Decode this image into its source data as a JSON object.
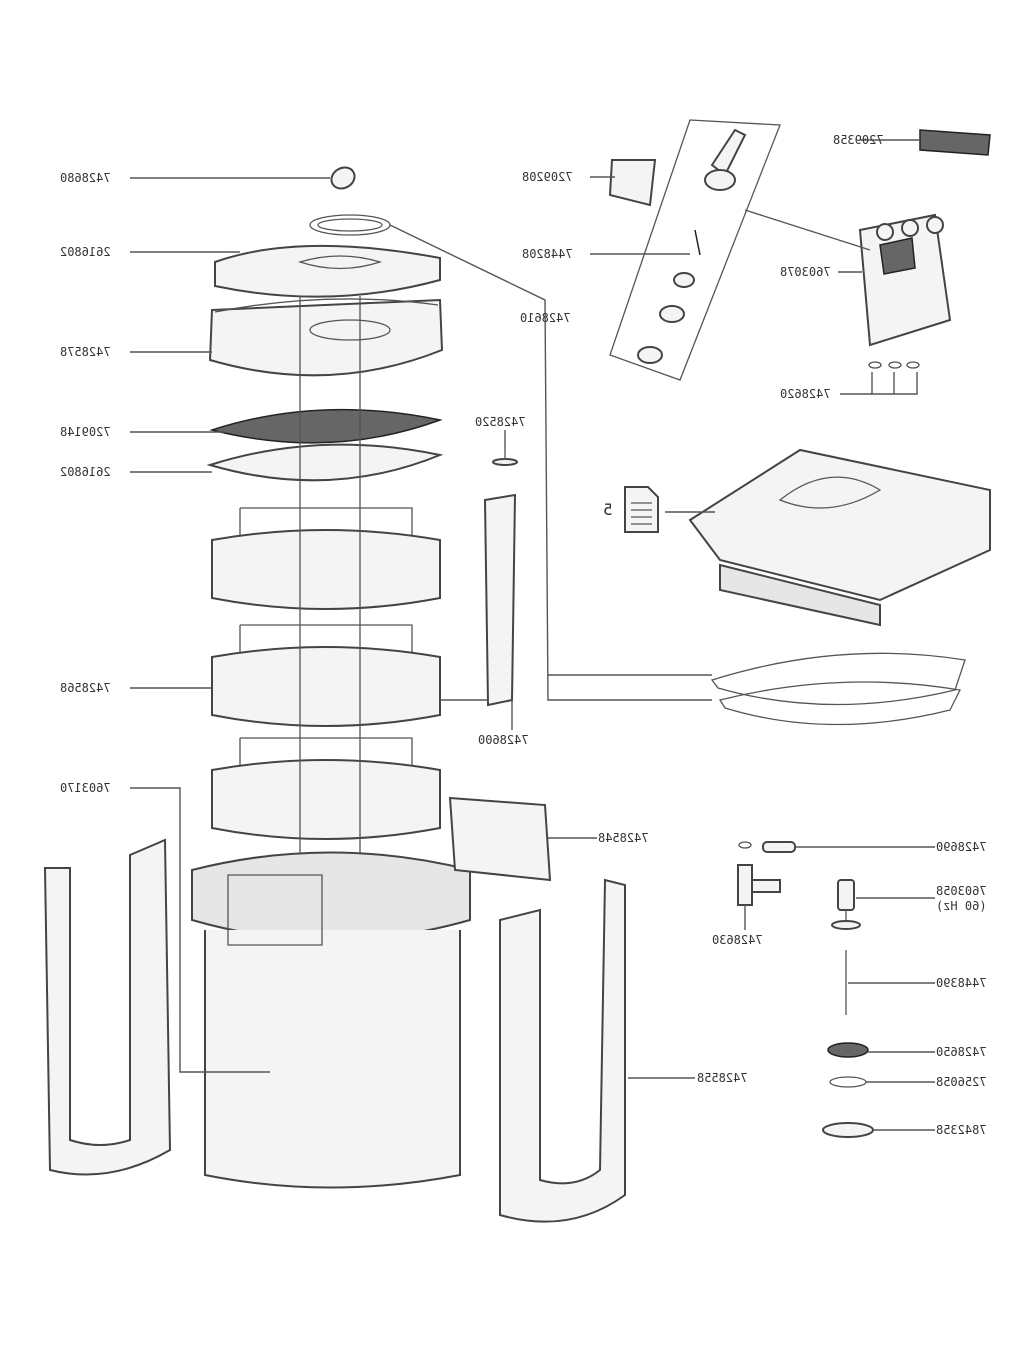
{
  "labels": {
    "l7428680": "7428680",
    "l2616802a": "2616802",
    "l7428578": "7428578",
    "l7209148": "7209148",
    "l2616802b": "2616802",
    "l7428568": "7428568",
    "l7603170": "7603170",
    "l7209208": "7209208",
    "l7448208": "7448208",
    "l7428610": "7428610",
    "l7209358": "7209358",
    "l7603078": "7603078",
    "l7428620": "7428620",
    "l7428520": "7428520",
    "doc_number": "5",
    "l7428600": "7428600",
    "l7428548": "7428548",
    "l7428690": "7428690",
    "l7603058": "7603058",
    "l60hz": "(60 Hz)",
    "l7428630": "7428630",
    "l7448390": "7448390",
    "l7428650": "7428650",
    "l7256058": "7256058",
    "l7842358": "7842358",
    "l7428558": "7428558"
  }
}
